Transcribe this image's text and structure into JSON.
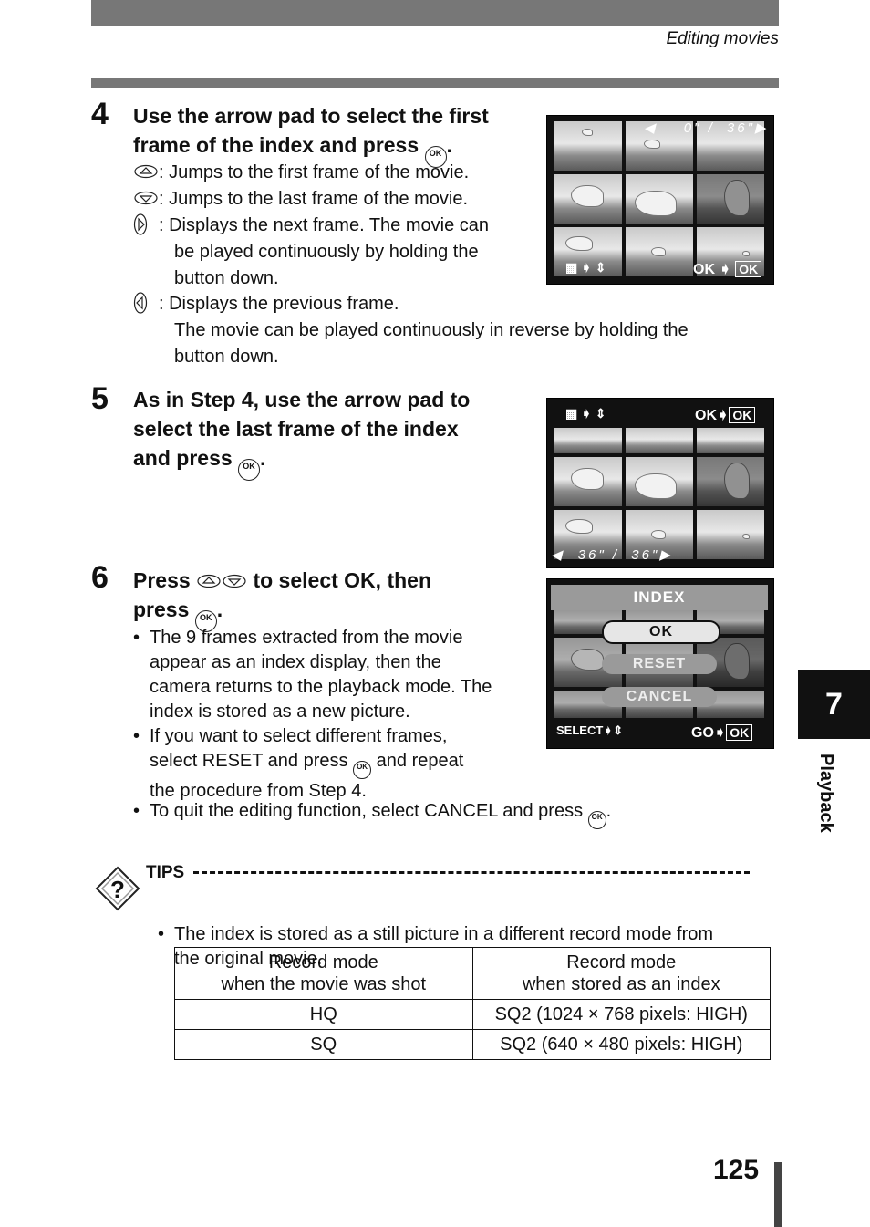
{
  "header": {
    "running_title": "Editing movies"
  },
  "step4": {
    "number": "4",
    "heading_a": "Use the arrow pad to select the first",
    "heading_b": "frame of the index and press",
    "items": [
      {
        "icon": "up-arrow-icon",
        "text": ": Jumps to the first frame of the movie."
      },
      {
        "icon": "down-arrow-icon",
        "text": ": Jumps to the last frame of the movie."
      },
      {
        "icon": "right-arrow-icon",
        "text_a": ": Displays the next frame. The movie can",
        "text_b": "be played continuously by holding the",
        "text_c": "button down."
      },
      {
        "icon": "left-arrow-icon",
        "text_a": ": Displays the previous frame.",
        "text_b": "The movie can be played continuously in reverse by holding the",
        "text_c": "button down."
      }
    ],
    "screen": {
      "counter_start": "0\"",
      "separator": "/",
      "counter_end": "36\"",
      "ok_label": "OK",
      "ok_key": "OK"
    }
  },
  "step5": {
    "number": "5",
    "heading_a": "As in Step 4, use the arrow pad to",
    "heading_b": "select the last frame of the index",
    "heading_c": "and press",
    "screen": {
      "counter_start": "36\"",
      "separator": "/",
      "counter_end": "36\"",
      "ok_label": "OK",
      "ok_key": "OK"
    }
  },
  "step6": {
    "number": "6",
    "heading_a_1": "Press",
    "heading_a_2": "to select OK, then",
    "heading_b": "press",
    "bullets": [
      {
        "a": "The 9 frames extracted from the movie",
        "b": "appear as an index display, then the",
        "c": "camera returns to the playback mode. The",
        "d": "index is stored as a new picture."
      },
      {
        "a": "If you want to select different frames,",
        "b_1": "select RESET and press",
        "b_2": "and repeat",
        "c": "the procedure from Step 4."
      },
      {
        "a_1": "To quit the editing function, select CANCEL and press",
        "a_2": "."
      }
    ],
    "menu": {
      "title": "INDEX",
      "options": [
        "OK",
        "RESET",
        "CANCEL"
      ],
      "select_label": "SELECT",
      "go_label": "GO",
      "ok_key": "OK"
    }
  },
  "ok_button_glyph": "OK",
  "tips": {
    "label": "TIPS",
    "bullet_a": "The index is stored as a still picture in a different record mode from",
    "bullet_b": "the original movie.",
    "table": {
      "head": [
        {
          "a": "Record mode",
          "b": "when the movie was shot"
        },
        {
          "a": "Record mode",
          "b": "when stored as an index"
        }
      ],
      "rows": [
        [
          "HQ",
          "SQ2 (1024 × 768 pixels: HIGH)"
        ],
        [
          "SQ",
          "SQ2 (640 × 480 pixels: HIGH)"
        ]
      ]
    }
  },
  "chapter": {
    "number": "7",
    "label": "Playback"
  },
  "page_number": "125"
}
